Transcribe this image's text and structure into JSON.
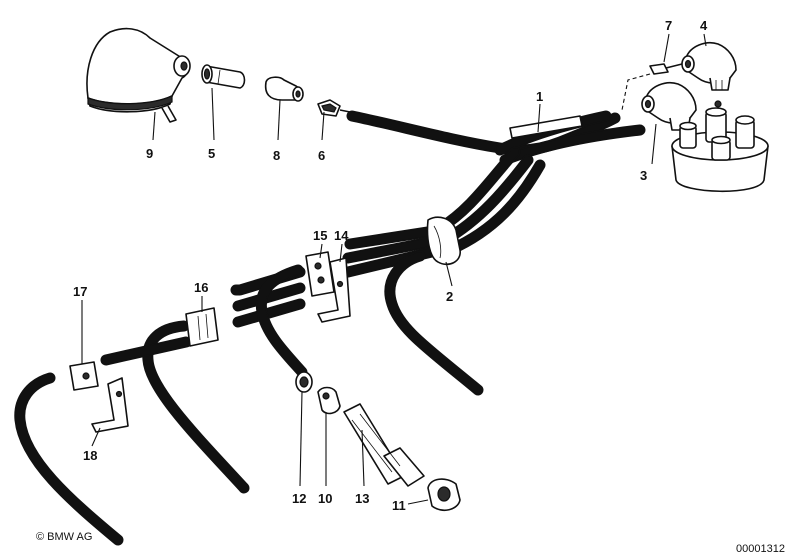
{
  "diagram": {
    "callouts": [
      {
        "id": "1",
        "label": "1"
      },
      {
        "id": "2",
        "label": "2"
      },
      {
        "id": "3",
        "label": "3"
      },
      {
        "id": "4",
        "label": "4"
      },
      {
        "id": "5",
        "label": "5"
      },
      {
        "id": "6",
        "label": "6"
      },
      {
        "id": "7",
        "label": "7"
      },
      {
        "id": "8",
        "label": "8"
      },
      {
        "id": "9",
        "label": "9"
      },
      {
        "id": "10",
        "label": "10"
      },
      {
        "id": "11",
        "label": "11"
      },
      {
        "id": "12",
        "label": "12"
      },
      {
        "id": "13",
        "label": "13"
      },
      {
        "id": "14",
        "label": "14"
      },
      {
        "id": "15",
        "label": "15"
      },
      {
        "id": "16",
        "label": "16"
      },
      {
        "id": "17",
        "label": "17"
      },
      {
        "id": "18",
        "label": "18"
      }
    ],
    "copyright": "© BMW AG",
    "drawing_number": "00001312"
  }
}
